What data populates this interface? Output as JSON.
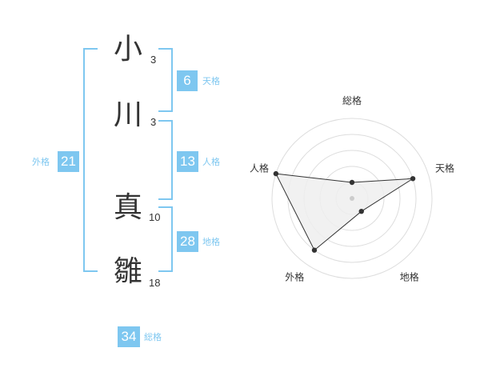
{
  "name_characters": [
    {
      "char": "小",
      "strokes": "3"
    },
    {
      "char": "川",
      "strokes": "3"
    },
    {
      "char": "真",
      "strokes": "10"
    },
    {
      "char": "雛",
      "strokes": "18"
    }
  ],
  "scores": {
    "tenkaku": {
      "value": "6",
      "label": "天格"
    },
    "jinkaku": {
      "value": "13",
      "label": "人格"
    },
    "chikaku": {
      "value": "28",
      "label": "地格"
    },
    "gaikaku": {
      "value": "21",
      "label": "外格"
    },
    "soukaku": {
      "value": "34",
      "label": "総格"
    }
  },
  "colors": {
    "accent": "#7ec7f0",
    "text": "#333333",
    "radar_fill": "#eeeeee",
    "radar_grid": "#dddddd"
  },
  "chart_data": {
    "type": "radar",
    "axes": [
      "総格",
      "天格",
      "地格",
      "外格",
      "人格"
    ],
    "values": [
      1,
      4,
      1,
      4,
      5
    ],
    "rmax": 5,
    "rings": 5,
    "grid": true
  }
}
